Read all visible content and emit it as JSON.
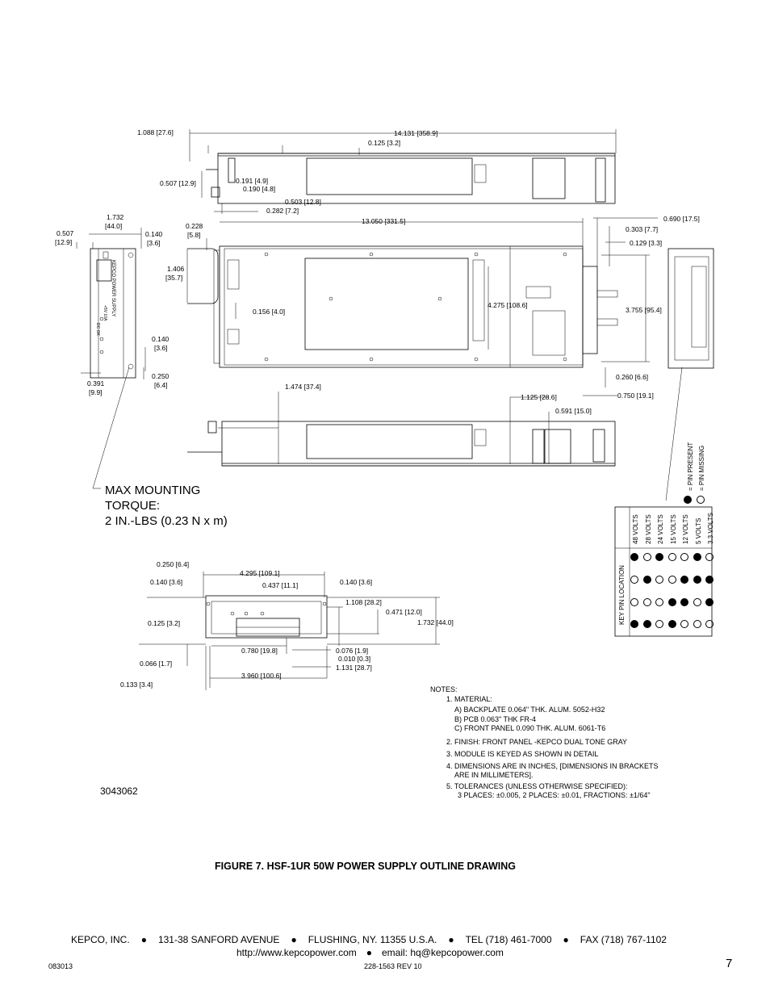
{
  "dimensions": [
    {
      "id": "d1",
      "text": "1.088 [27.6]"
    },
    {
      "id": "d2",
      "text": "14.131 [358.9]"
    },
    {
      "id": "d3",
      "text": "0.125 [3.2]"
    },
    {
      "id": "d4",
      "text": "0.507 [12.9]"
    },
    {
      "id": "d5",
      "text": "0.191 [4.9]"
    },
    {
      "id": "d6",
      "text": "0.190 [4.8]"
    },
    {
      "id": "d7",
      "text": "0.503 [12.8]"
    },
    {
      "id": "d8",
      "text": "0.282 [7.2]"
    },
    {
      "id": "d9a",
      "text": "0.507"
    },
    {
      "id": "d9b",
      "text": "[12.9]"
    },
    {
      "id": "d10a",
      "text": "1.732"
    },
    {
      "id": "d10b",
      "text": "[44.0]"
    },
    {
      "id": "d11a",
      "text": "0.140"
    },
    {
      "id": "d11b",
      "text": "[3.6]"
    },
    {
      "id": "d12a",
      "text": "0.228"
    },
    {
      "id": "d12b",
      "text": "[5.8]"
    },
    {
      "id": "d13",
      "text": "13.050 [331.5]"
    },
    {
      "id": "d14",
      "text": "0.690 [17.5]"
    },
    {
      "id": "d15",
      "text": "0.303 [7.7]"
    },
    {
      "id": "d16",
      "text": "0.129 [3.3]"
    },
    {
      "id": "d17a",
      "text": "1.406"
    },
    {
      "id": "d17b",
      "text": "[35.7]"
    },
    {
      "id": "d18",
      "text": "0.156 [4.0]"
    },
    {
      "id": "d19",
      "text": "4.275 [108.6]"
    },
    {
      "id": "d20",
      "text": "3.755 [95.4]"
    },
    {
      "id": "d21a",
      "text": "0.140"
    },
    {
      "id": "d21b",
      "text": "[3.6]"
    },
    {
      "id": "d22a",
      "text": "0.250"
    },
    {
      "id": "d22b",
      "text": "[6.4]"
    },
    {
      "id": "d23a",
      "text": "0.391"
    },
    {
      "id": "d23b",
      "text": "[9.9]"
    },
    {
      "id": "d24",
      "text": "0.260 [6.6]"
    },
    {
      "id": "d25",
      "text": "0.750 [19.1]"
    },
    {
      "id": "d26",
      "text": "1.474 [37.4]"
    },
    {
      "id": "d27",
      "text": "1.125 [28.6]"
    },
    {
      "id": "d28",
      "text": "0.591 [15.0]"
    },
    {
      "id": "d29",
      "text": "0.250 [6.4]"
    },
    {
      "id": "d30",
      "text": "4.295 [109.1]"
    },
    {
      "id": "d31",
      "text": "0.140 [3.6]"
    },
    {
      "id": "d32",
      "text": "0.437 [11.1]"
    },
    {
      "id": "d33",
      "text": "0.140 [3.6]"
    },
    {
      "id": "d34",
      "text": "1.108 [28.2]"
    },
    {
      "id": "d35",
      "text": "0.471 [12.0]"
    },
    {
      "id": "d36",
      "text": "1.732 [44.0]"
    },
    {
      "id": "d37",
      "text": "0.125 [3.2]"
    },
    {
      "id": "d38",
      "text": "0.780 [19.8]"
    },
    {
      "id": "d39",
      "text": "0.076 [1.9]"
    },
    {
      "id": "d40",
      "text": "0.010 [0.3]"
    },
    {
      "id": "d41",
      "text": "1.131 [28.7]"
    },
    {
      "id": "d42",
      "text": "0.066 [1.7]"
    },
    {
      "id": "d43",
      "text": "3.960 [100.6]"
    },
    {
      "id": "d44",
      "text": "0.133 [3.4]"
    }
  ],
  "panel_text": {
    "brand": "KEPCO POWER SUPPLY",
    "output": "+5V 10A",
    "status": "DC OK"
  },
  "torque": {
    "line1": "MAX MOUNTING",
    "line2": "TORQUE:",
    "line3": "2 IN.-LBS (0.23 N x m)"
  },
  "legend": {
    "present": "= PIN PRESENT",
    "missing": "= PIN MISSING"
  },
  "key_table": {
    "title": "KEY PIN LOCATION",
    "columns": [
      "48 VOLTS",
      "28 VOLTS",
      "24 VOLTS",
      "15  VOLTS",
      "12 VOLTS",
      "5 VOLTS",
      "3.3 VOLTS"
    ],
    "rows": [
      [
        1,
        0,
        1,
        0,
        0,
        1,
        0
      ],
      [
        0,
        1,
        0,
        0,
        1,
        1,
        1
      ],
      [
        0,
        0,
        0,
        1,
        1,
        0,
        1
      ],
      [
        1,
        1,
        0,
        1,
        0,
        0,
        0
      ]
    ]
  },
  "drawing_number": "3043062",
  "notes": {
    "heading": "NOTES:",
    "n1": "1. MATERIAL:",
    "n1a": "A) BACKPLATE 0.064\" THK. ALUM. 5052-H32",
    "n1b": "B) PCB 0.063\" THK FR-4",
    "n1c": "C) FRONT PANEL 0.090 THK. ALUM. 6061-T6",
    "n2": "2. FINISH:     FRONT PANEL -KEPCO DUAL TONE GRAY",
    "n3": "3. MODULE IS KEYED AS SHOWN IN DETAIL",
    "n4a": "4. DIMENSIONS ARE IN INCHES, [DIMENSIONS IN BRACKETS",
    "n4b": "ARE IN MILLIMETERS].",
    "n5a": "5. TOLERANCES (UNLESS OTHERWISE SPECIFIED):",
    "n5b": "3 PLACES: ±0.005, 2 PLACES: ±0.01, FRACTIONS: ±1/64\""
  },
  "figure_caption": "FIGURE 7.  HSF-1UR 50W POWER SUPPLY OUTLINE DRAWING",
  "footer": {
    "company": "KEPCO, INC.",
    "address": "131-38 SANFORD AVENUE",
    "city": "FLUSHING, NY. 11355 U.S.A.",
    "tel": "TEL (718) 461-7000",
    "fax": "FAX (718) 767-1102",
    "url": "http://www.kepcopower.com",
    "email": "email: hq@kepcopower.com",
    "date_code": "083013",
    "doc_number": "228-1563 REV 10",
    "page_number": "7",
    "bullet": "●"
  }
}
